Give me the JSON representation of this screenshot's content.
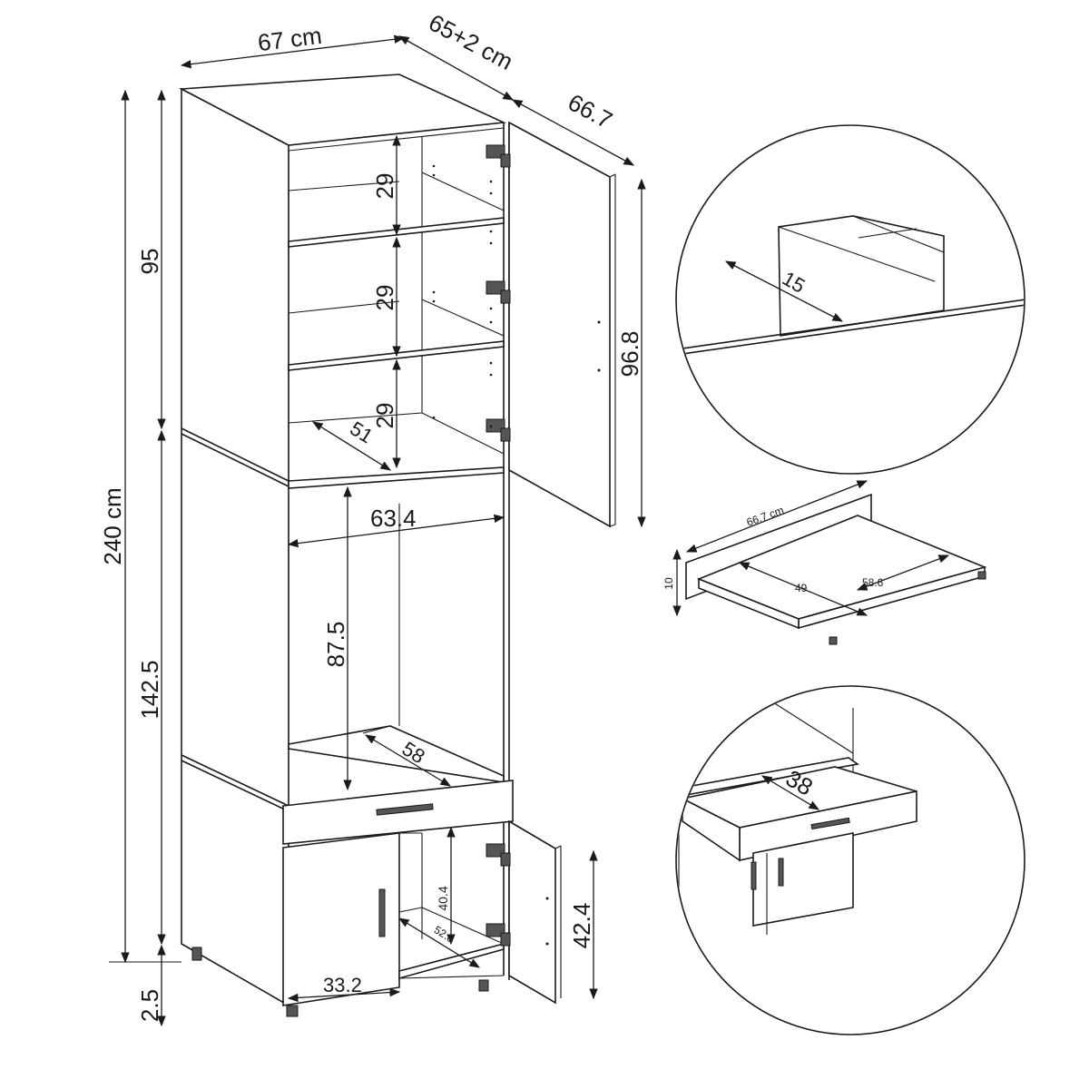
{
  "dimensions": {
    "width_top": "67 cm",
    "depth_top": "65+2 cm",
    "door_width": "66.7",
    "height_upper": "95",
    "height_total": "240 cm",
    "height_lower": "142.5",
    "height_legs": "2.5",
    "shelf_height_1": "29",
    "shelf_height_2": "29",
    "shelf_height_3": "29",
    "shelf_depth": "51",
    "door_height": "96.8",
    "niche_width": "63.4",
    "niche_height": "87.5",
    "niche_depth": "58",
    "bottom_inner_height": "40.4",
    "bottom_inner_depth": "52.8",
    "bottom_door_width": "33.2",
    "bottom_door_height": "42.4"
  },
  "detail_panel": {
    "thickness": "15"
  },
  "shelf_detail": {
    "width": "66.7 cm",
    "height": "10",
    "depth_a": "49",
    "depth_b": "58.6"
  },
  "drawer_detail": {
    "depth": "38"
  }
}
